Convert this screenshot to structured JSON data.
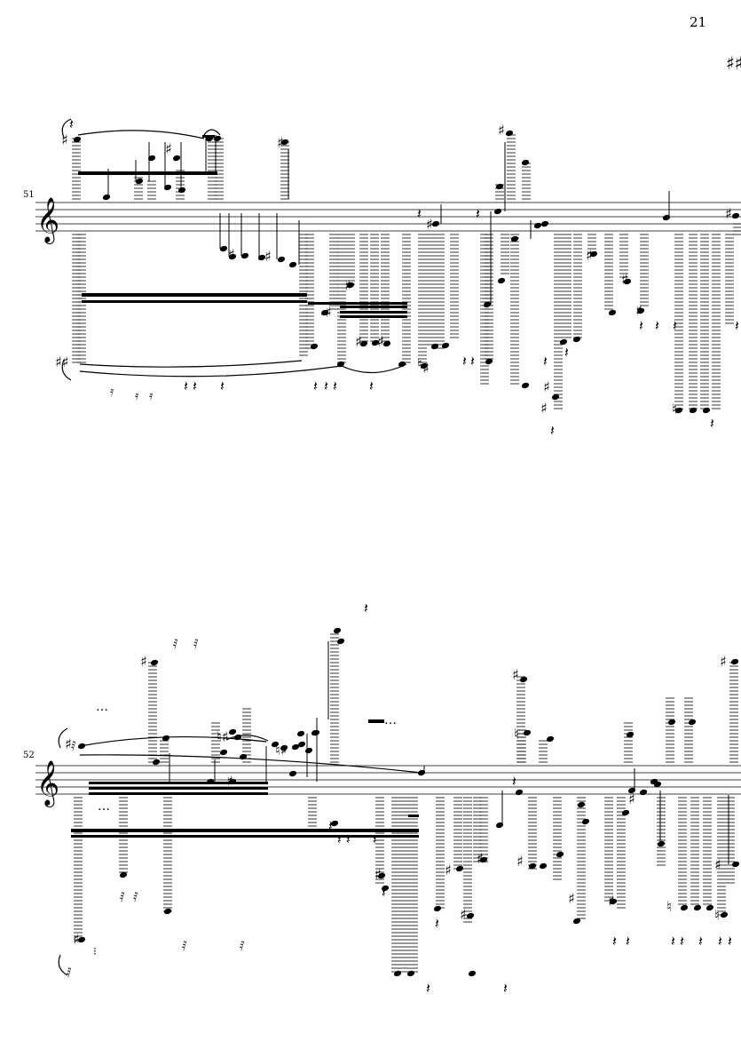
{
  "page": {
    "number": "21"
  },
  "systems": [
    {
      "measure_number": "51"
    },
    {
      "measure_number": "52"
    }
  ],
  "colors": {
    "ink": "#000000",
    "paper": "#ffffff"
  }
}
